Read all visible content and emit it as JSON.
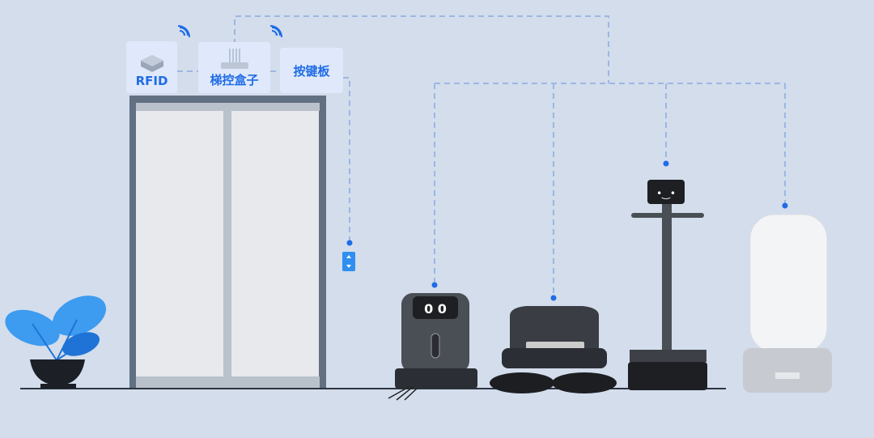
{
  "devices": {
    "rfid": {
      "label": "RFID"
    },
    "elevator_box": {
      "label": "梯控盒子"
    },
    "keypad": {
      "label": "按键板"
    }
  },
  "colors": {
    "background": "#d3ddec",
    "accent": "#1f6ce6",
    "dashed_line": "#9db7e2",
    "elevator_frame": "#627083"
  }
}
